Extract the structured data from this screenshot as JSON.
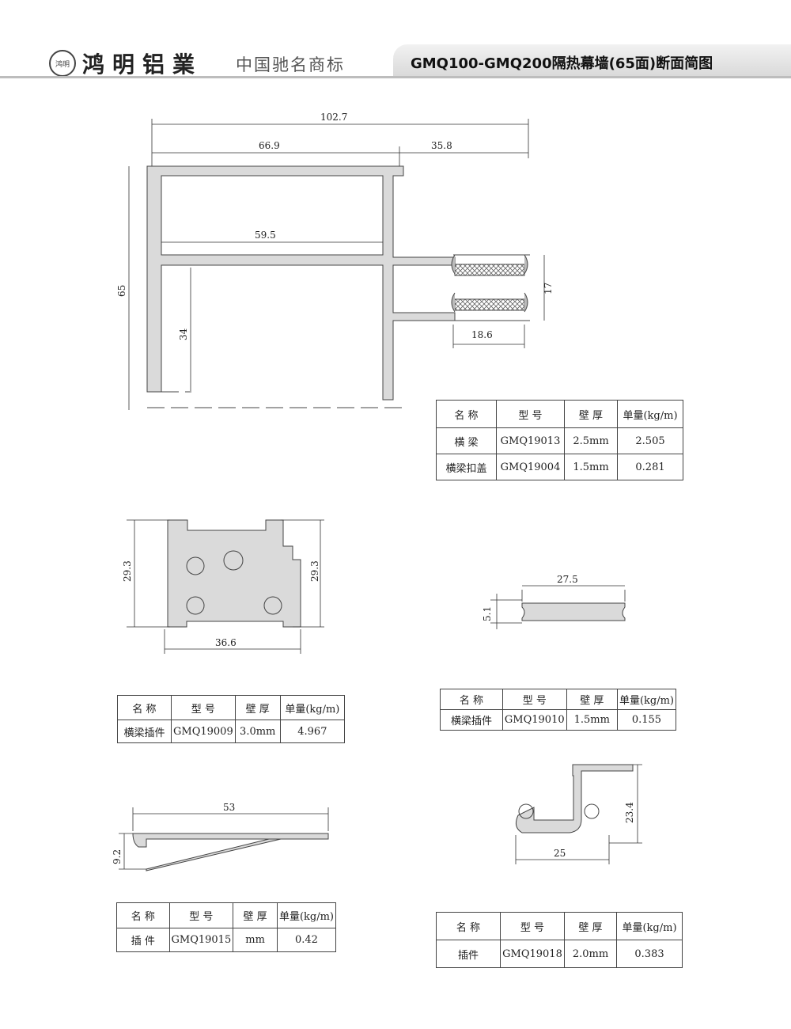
{
  "header": {
    "brand": "鸿明铝業",
    "seal": "鸿明",
    "slogan": "中国驰名商标",
    "title": "GMQ100-GMQ200隔热幕墙(65面)断面简图"
  },
  "dims": {
    "main": {
      "total_width": "102.7",
      "left_width": "66.9",
      "right_width": "35.8",
      "inner_width": "59.5",
      "height": "65",
      "inner_height": "34",
      "strip_height": "17",
      "strip_width": "18.6"
    },
    "insert": {
      "height_left": "29.3",
      "height_right": "29.3",
      "width": "36.6"
    },
    "cover": {
      "width": "27.5",
      "height": "5.1"
    },
    "plug": {
      "width": "53",
      "height": "9.2"
    },
    "clip": {
      "height": "23.4",
      "width": "25"
    }
  },
  "table_headers": [
    "名 称",
    "型 号",
    "壁 厚",
    "单量(kg/m)"
  ],
  "tables": [
    {
      "rows": [
        [
          "横 梁",
          "GMQ19013",
          "2.5mm",
          "2.505"
        ],
        [
          "横梁扣盖",
          "GMQ19004",
          "1.5mm",
          "0.281"
        ]
      ]
    },
    {
      "rows": [
        [
          "横梁插件",
          "GMQ19009",
          "3.0mm",
          "4.967"
        ]
      ]
    },
    {
      "rows": [
        [
          "横梁插件",
          "GMQ19010",
          "1.5mm",
          "0.155"
        ]
      ]
    },
    {
      "rows": [
        [
          "插 件",
          "GMQ19015",
          "mm",
          "0.42"
        ]
      ]
    },
    {
      "rows": [
        [
          "插件",
          "GMQ19018",
          "2.0mm",
          "0.383"
        ]
      ]
    }
  ]
}
